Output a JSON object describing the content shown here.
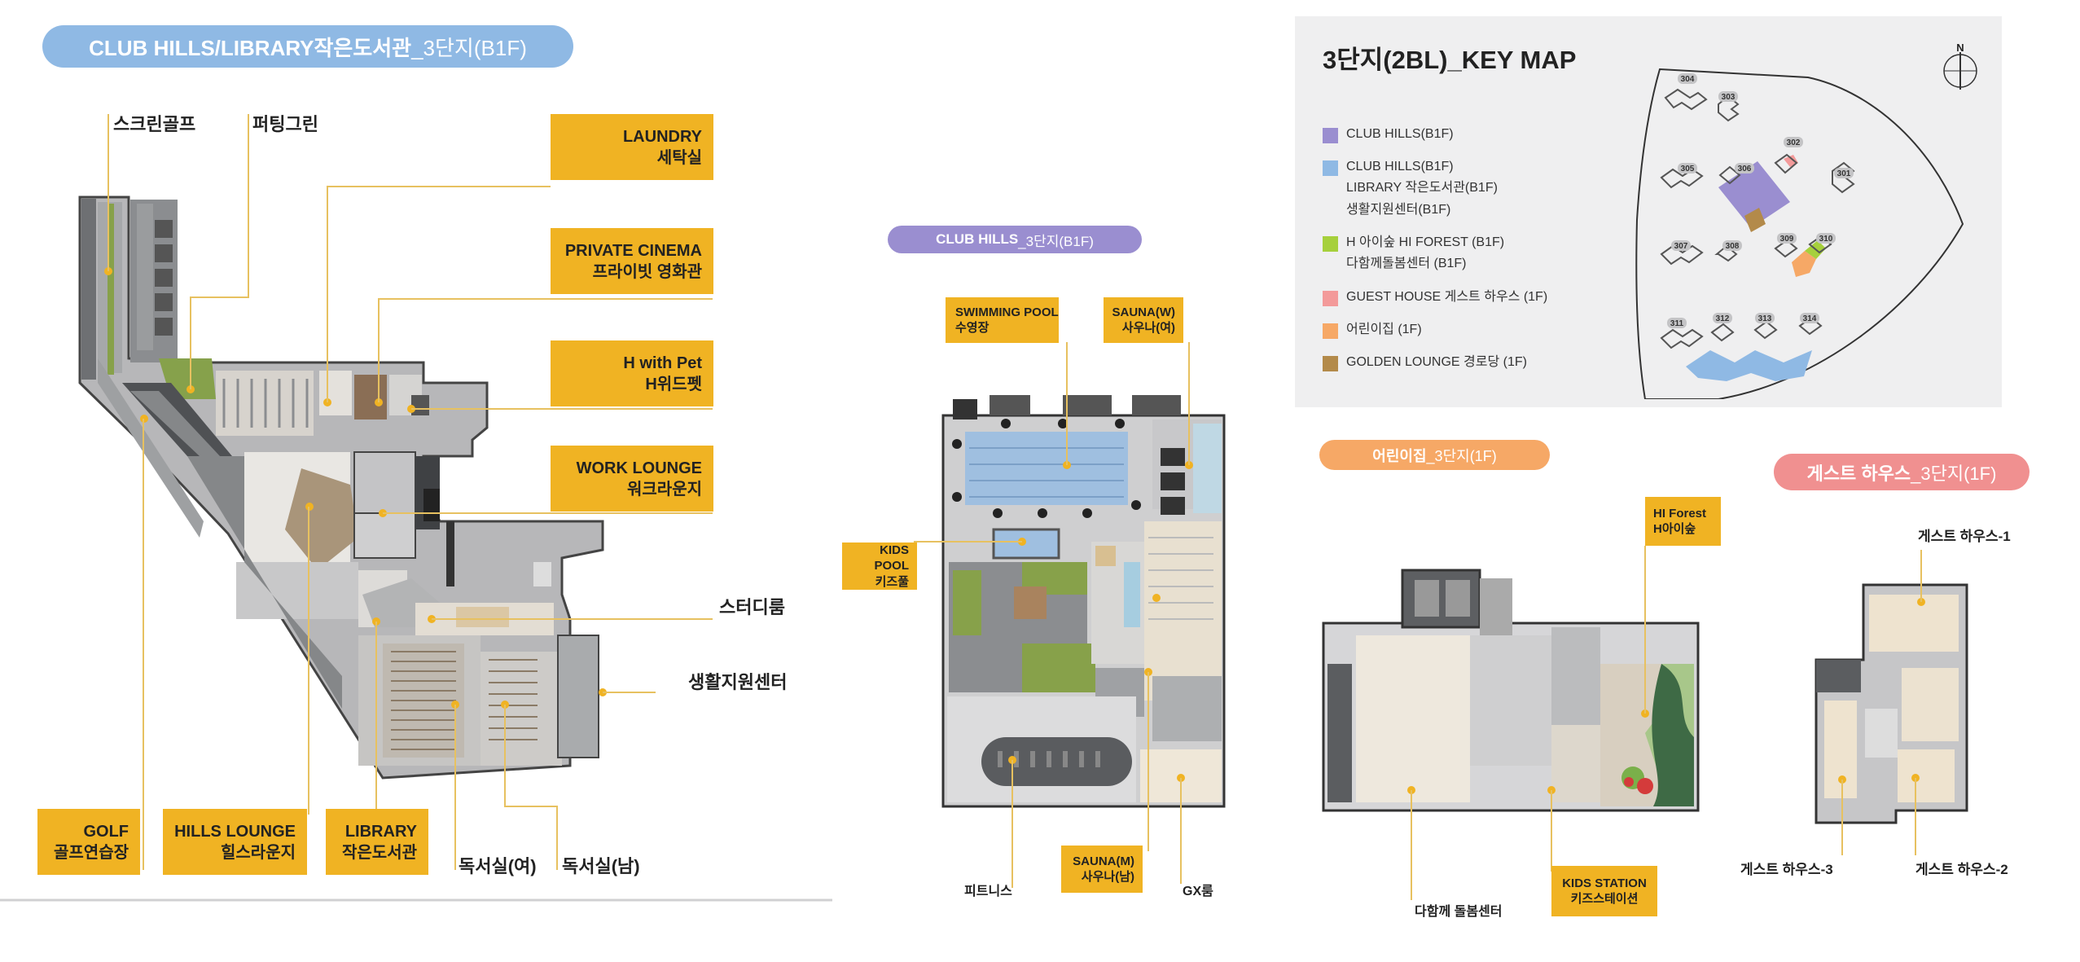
{
  "colors": {
    "accent_yellow": "#f0b323",
    "pill_blue": "#8fb9e4",
    "pill_purple": "#9a8ed0",
    "pill_orange": "#f6a866",
    "pill_pink": "#f09090",
    "leader": "#e7c160",
    "keymap_bg": "#efeff0"
  },
  "left_plan": {
    "pill": {
      "bold": "CLUB HILLS/LIBRARY작은도서관",
      "light": "_3단지(B1F)"
    },
    "plain_labels": {
      "screen_golf": "스크린골프",
      "putting_green": "퍼팅그린",
      "study_room": "스터디룸",
      "living_support": "생활지원센터",
      "reading_f": "독서실(여)",
      "reading_m": "독서실(남)"
    },
    "boxes": {
      "laundry": {
        "en": "LAUNDRY",
        "ko": "세탁실"
      },
      "cinema": {
        "en": "PRIVATE CINEMA",
        "ko": "프라이빗 영화관"
      },
      "pet": {
        "en": "H with Pet",
        "ko": "H위드펫"
      },
      "work": {
        "en": "WORK LOUNGE",
        "ko": "워크라운지"
      },
      "golf": {
        "en": "GOLF",
        "ko": "골프연습장"
      },
      "hills": {
        "en": "HILLS LOUNGE",
        "ko": "힐스라운지"
      },
      "library": {
        "en": "LIBRARY",
        "ko": "작은도서관"
      }
    }
  },
  "mid_plan": {
    "pill": {
      "bold": "CLUB HILLS",
      "light": "_3단지(B1F)"
    },
    "boxes": {
      "swimming": {
        "en": "SWIMMING POOL",
        "ko": "수영장"
      },
      "sauna_w": {
        "en": "SAUNA(W)",
        "ko": "사우나(여)"
      },
      "kids_pool": {
        "en": "KIDS POOL",
        "ko": "키즈풀"
      },
      "sauna_m": {
        "en": "SAUNA(M)",
        "ko": "사우나(남)"
      }
    },
    "plain_labels": {
      "fitness": "피트니스",
      "gx": "GX룸"
    }
  },
  "keymap": {
    "title": "3단지(2BL)_KEY MAP",
    "north": "N",
    "legend": [
      {
        "color": "#9a8ed0",
        "lines": [
          "CLUB HILLS(B1F)"
        ]
      },
      {
        "color": "#8fb9e4",
        "lines": [
          "CLUB HILLS(B1F)",
          "LIBRARY 작은도서관(B1F)",
          "생활지원센터(B1F)"
        ]
      },
      {
        "color": "#a6d03c",
        "lines": [
          "H 아이숲 HI FOREST (B1F)",
          "다함께돌봄센터 (B1F)"
        ]
      },
      {
        "color": "#f39a9a",
        "lines": [
          "GUEST HOUSE 게스트 하우스 (1F)"
        ]
      },
      {
        "color": "#f6a866",
        "lines": [
          "어린이집 (1F)"
        ]
      },
      {
        "color": "#b38a4a",
        "lines": [
          "GOLDEN LOUNGE 경로당 (1F)"
        ]
      }
    ],
    "buildings": [
      "304",
      "303",
      "302",
      "305",
      "306",
      "301",
      "307",
      "308",
      "309",
      "310",
      "311",
      "312",
      "313",
      "314"
    ]
  },
  "daycare_plan": {
    "pill": {
      "bold": "어린이집",
      "light": "_3단지(1F)"
    },
    "boxes": {
      "hi_forest": {
        "en": "HI Forest",
        "ko": "H아이숲"
      },
      "kids_station": {
        "en": "KIDS STATION",
        "ko": "키즈스테이션"
      }
    },
    "plain_labels": {
      "together_care": "다함께 돌봄센터"
    }
  },
  "guest_plan": {
    "pill": {
      "bold": "게스트 하우스",
      "light": "_3단지(1F)"
    },
    "plain_labels": {
      "gh1": "게스트 하우스-1",
      "gh2": "게스트 하우스-2",
      "gh3": "게스트 하우스-3"
    }
  }
}
